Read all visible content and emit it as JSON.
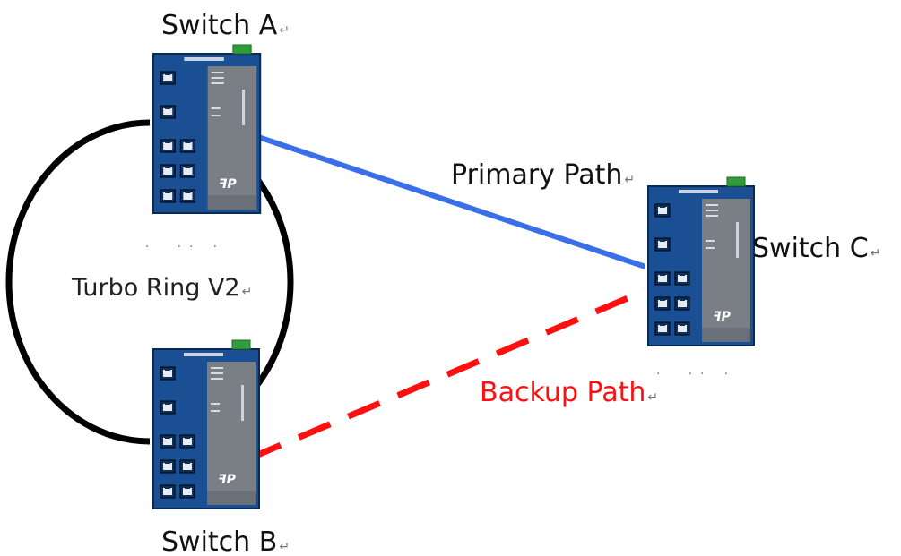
{
  "labels": {
    "switch_a": "Switch A",
    "switch_b": "Switch B",
    "switch_c": "Switch C",
    "primary_path": "Primary Path",
    "backup_path": "Backup Path",
    "ring": "Turbo Ring V2"
  },
  "paragraph_mark": "↵",
  "colors": {
    "primary_path": "#3a6fe8",
    "backup_path": "#ff1010",
    "ring": "#000000",
    "switch_body": "#1a4f93",
    "switch_panel": "#7a7f86"
  },
  "icons": {
    "switch": "industrial-ethernet-switch-icon",
    "port": "rj45-port-icon"
  }
}
